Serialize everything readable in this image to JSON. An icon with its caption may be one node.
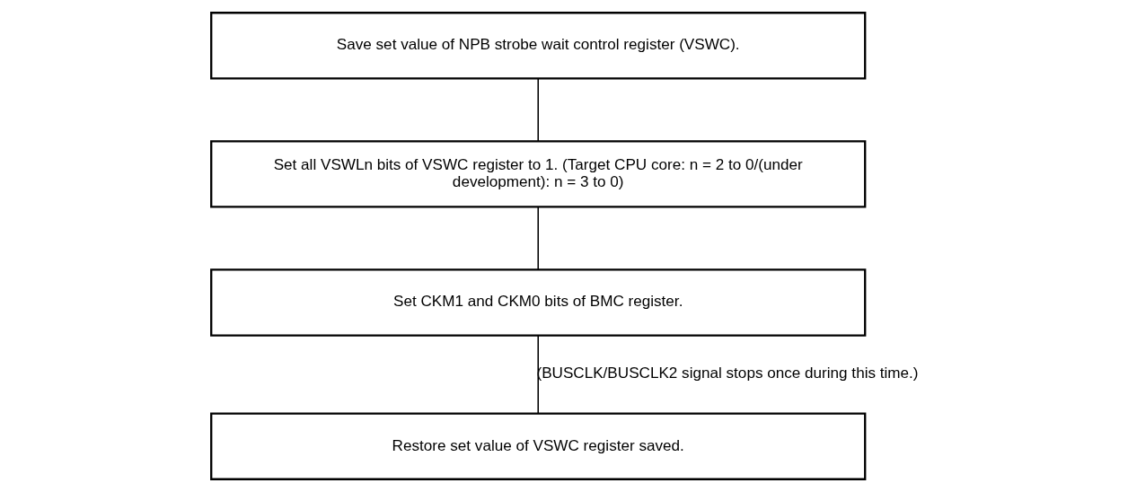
{
  "diagram": {
    "nodes": [
      {
        "text": [
          "Save set value of NPB strobe wait control register (VSWC)."
        ]
      },
      {
        "text": [
          "Set all VSWLn bits of VSWC register to 1. (Target CPU core: n = 2 to 0/(under development): n = 3 to 0)"
        ]
      },
      {
        "text": [
          "Set CKM1 and CKM0 bits of BMC register."
        ]
      },
      {
        "text": [
          "Restore set value of VSWC register saved."
        ]
      }
    ],
    "edges": [
      {
        "from": 0,
        "to": 1,
        "arrow": "none"
      },
      {
        "from": 1,
        "to": 2,
        "arrow": "none"
      },
      {
        "from": 2,
        "to": 3,
        "arrow": "none",
        "label": "(BUSCLK/BUSCLK2 signal stops once during this time.)"
      }
    ]
  }
}
